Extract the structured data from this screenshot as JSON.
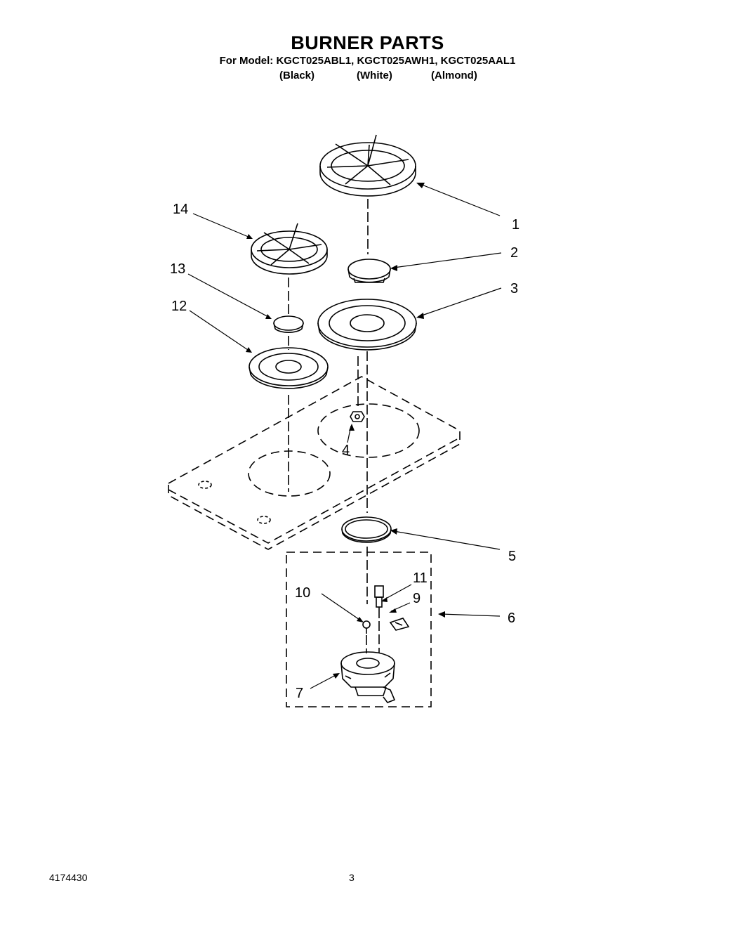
{
  "header": {
    "title": "BURNER PARTS",
    "models_line": "For Model: KGCT025ABL1, KGCT025AWH1, KGCT025AAL1",
    "finishes": [
      "(Black)",
      "(White)",
      "(Almond)"
    ]
  },
  "callouts": [
    "1",
    "2",
    "3",
    "4",
    "5",
    "6",
    "7",
    "9",
    "10",
    "11",
    "12",
    "13",
    "14"
  ],
  "footer": {
    "doc_number": "4174430",
    "page_number": "3"
  }
}
